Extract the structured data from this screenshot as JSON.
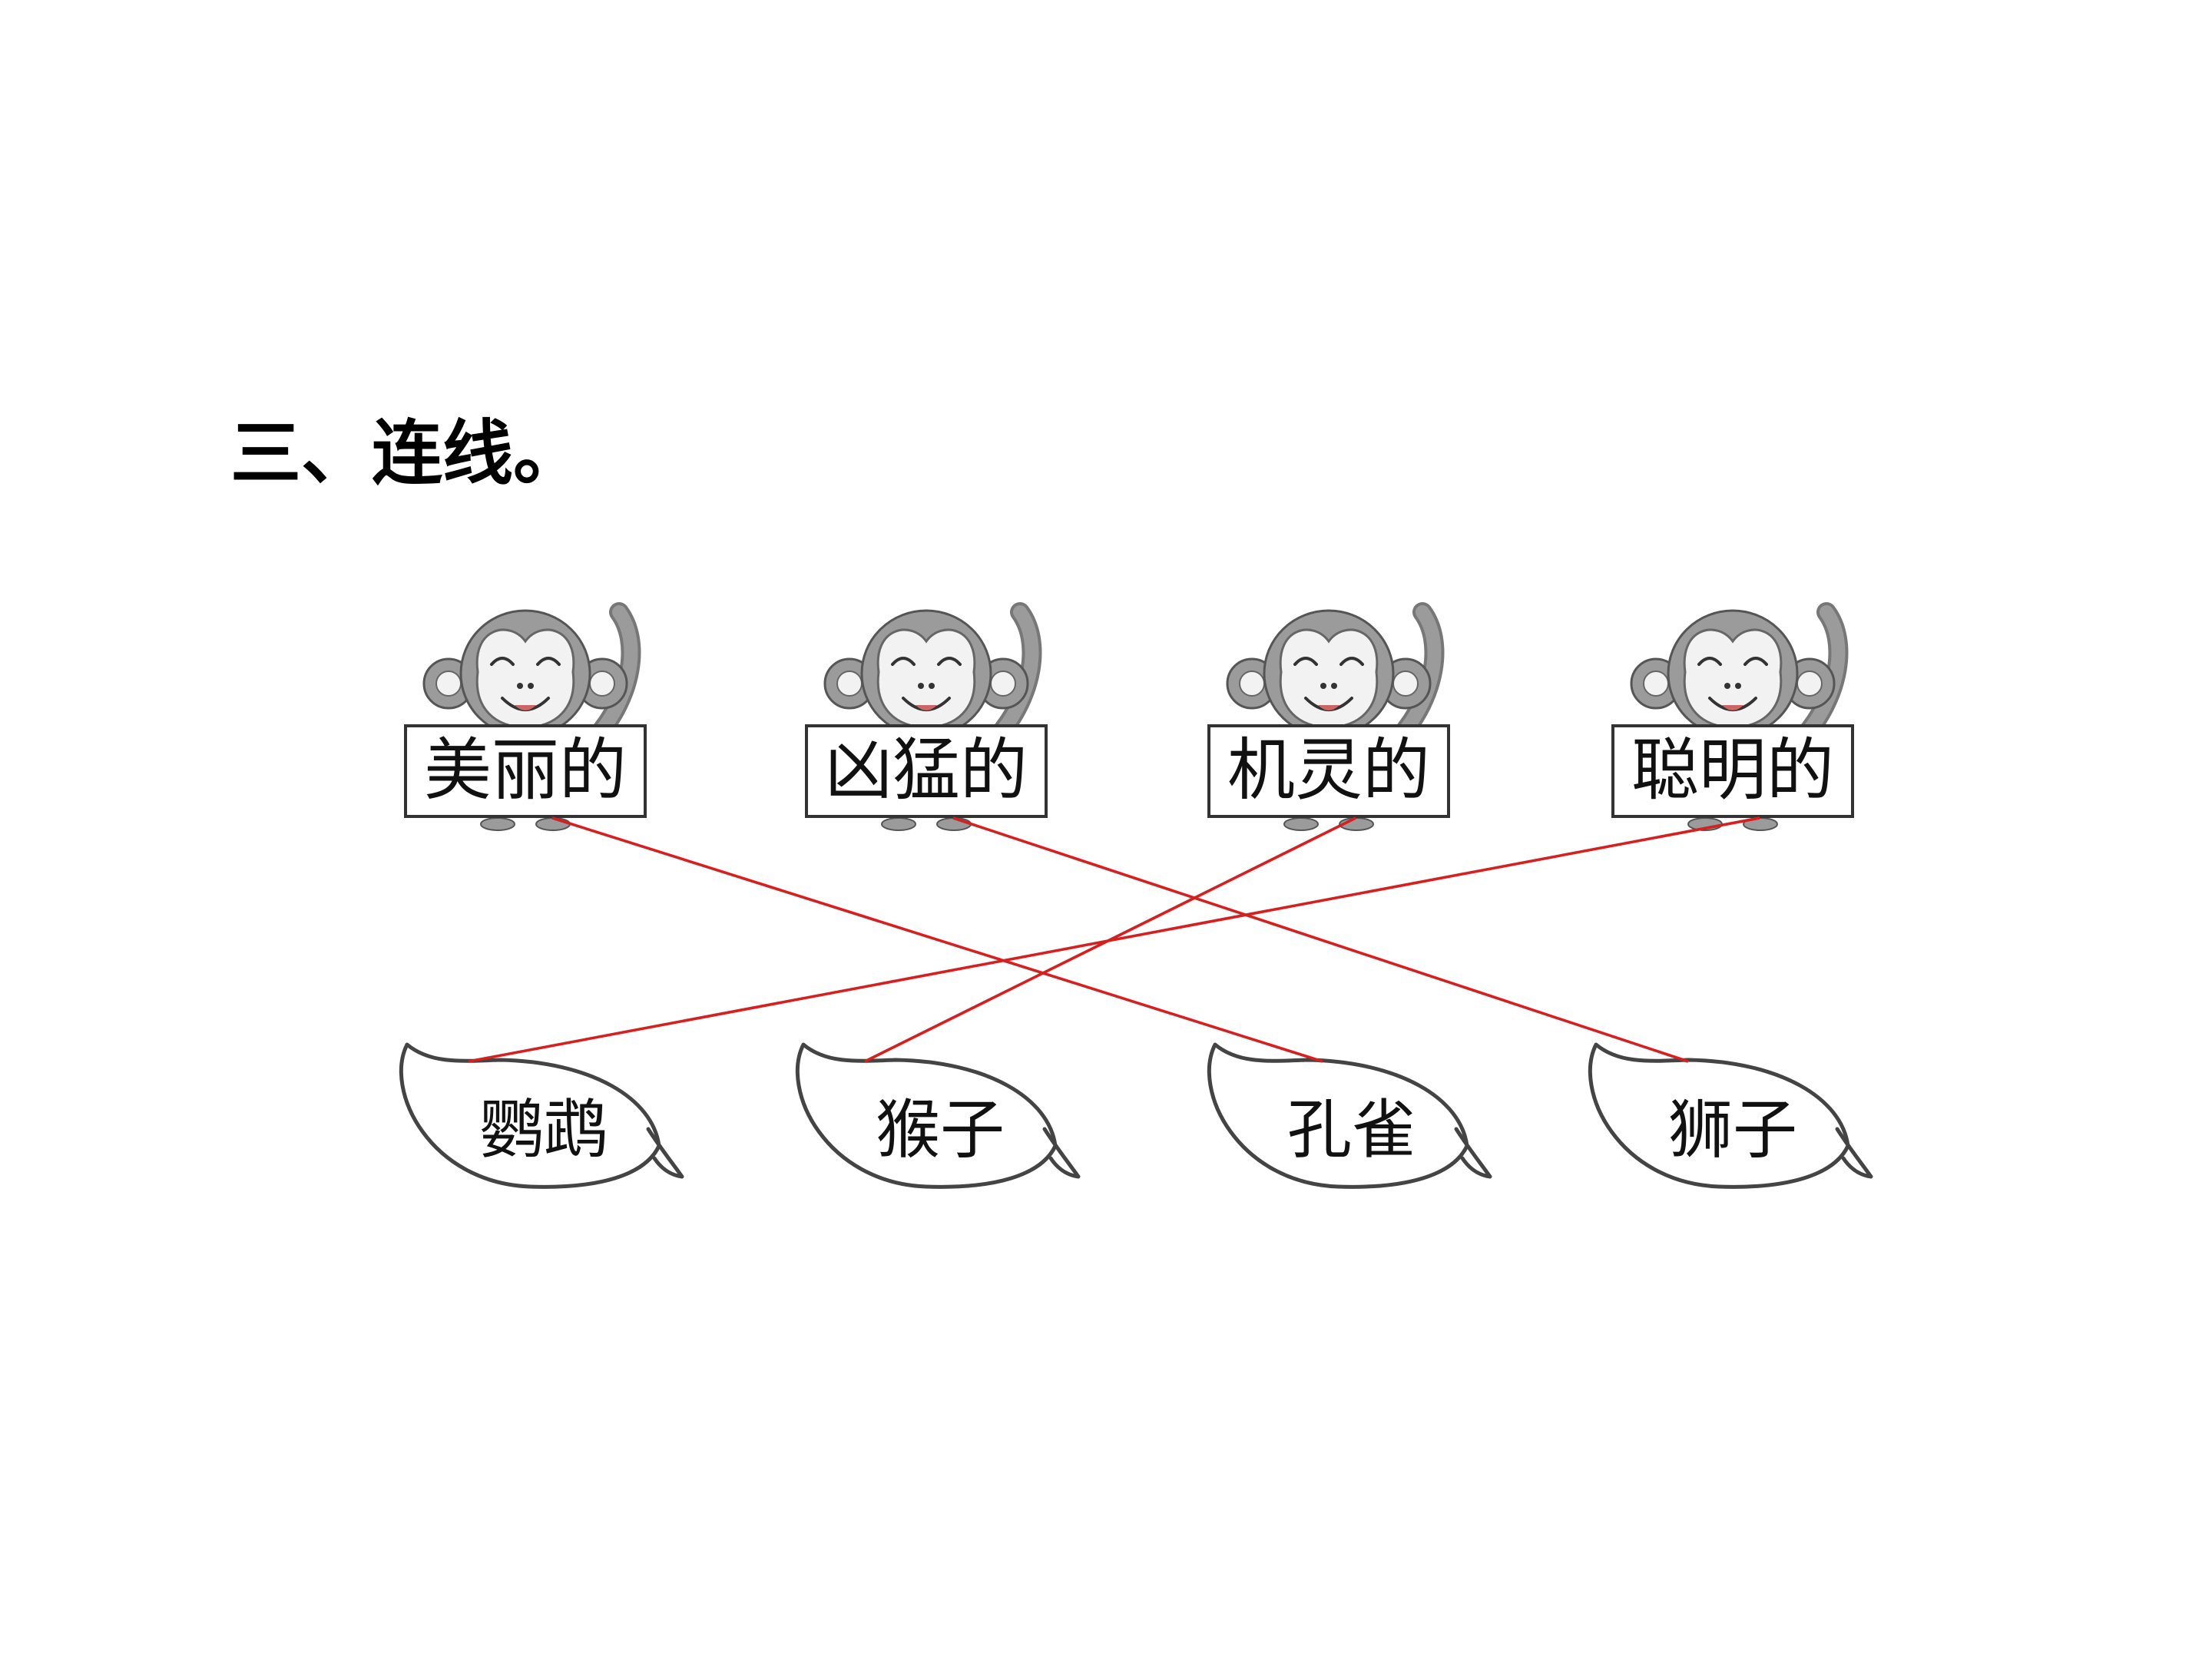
{
  "title": "三、连线。",
  "adjectives": [
    "美丽的",
    "凶猛的",
    "机灵的",
    "聪明的"
  ],
  "nouns": [
    "鹦鹉",
    "猴子",
    "孔雀",
    "狮子"
  ],
  "connections": [
    {
      "from": 0,
      "to": 2
    },
    {
      "from": 1,
      "to": 3
    },
    {
      "from": 2,
      "to": 1
    },
    {
      "from": 3,
      "to": 0
    }
  ],
  "colors": {
    "line": "#d62020",
    "monkey_fur": "#9b9b9b",
    "monkey_face": "#f2f2f2"
  },
  "icons": {
    "adjective_card": "monkey-icon",
    "noun_card": "leaf-icon"
  }
}
